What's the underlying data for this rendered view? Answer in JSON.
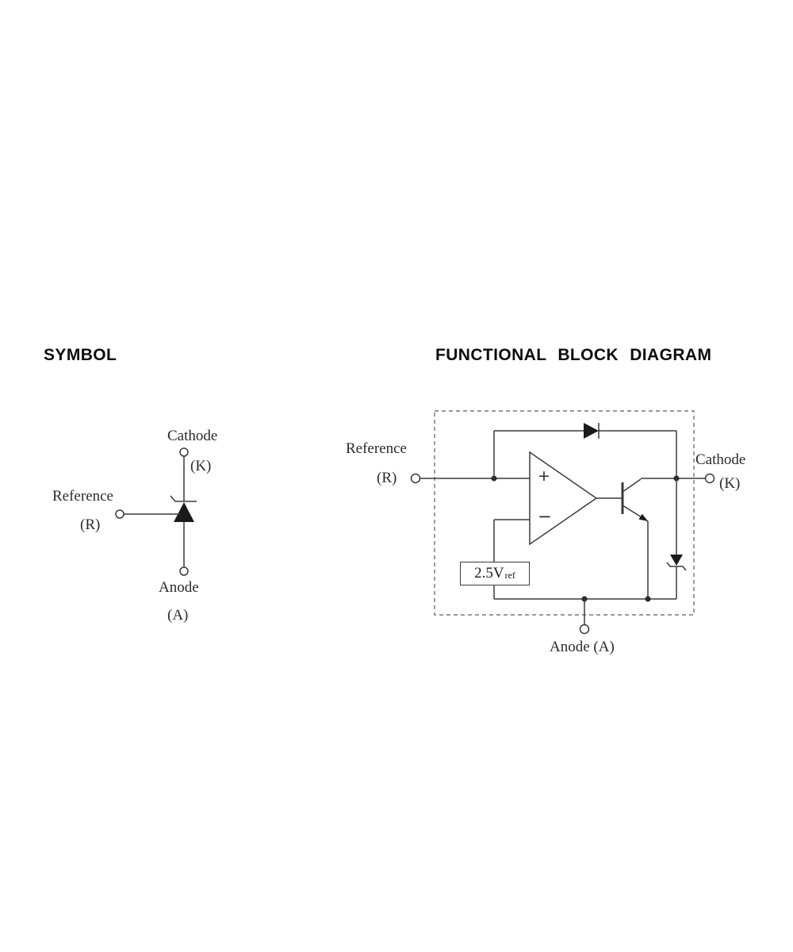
{
  "symbol_section": {
    "title": "SYMBOL",
    "labels": {
      "cathode": "Cathode",
      "cathode_pin": "(K)",
      "reference": "Reference",
      "reference_pin": "(R)",
      "anode": "Anode",
      "anode_pin": "(A)"
    }
  },
  "block_diagram": {
    "title": "FUNCTIONAL BLOCK DIAGRAM",
    "labels": {
      "reference": "Reference",
      "reference_pin": "(R)",
      "cathode": "Cathode",
      "cathode_pin": "(K)",
      "anode": "Anode (A)",
      "opamp_plus": "+",
      "opamp_minus": "−",
      "vref_value": "2.5V",
      "vref_sub": "ref"
    }
  },
  "colors": {
    "line": "#3a3a3a",
    "fill": "#1a1a1a",
    "dashed_border": "#5a5a5a",
    "text": "#2b2b2b",
    "heading": "#0d0d0d"
  }
}
